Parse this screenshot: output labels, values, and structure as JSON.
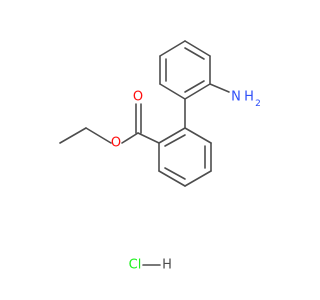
{
  "molecule": {
    "atoms": {
      "ester_oxygen": "O",
      "carbonyl_oxygen": "O",
      "amine_nitrogen": "N",
      "amine_h2": "H",
      "amine_h_sub": "2",
      "chlorine": "Cl",
      "hydrogen": "H"
    }
  },
  "colors": {
    "bond": "#4d4d4d",
    "oxygen": "#ff0d0d",
    "nitrogen": "#3050f8",
    "chlorine": "#1ff01f",
    "hydrogen": "#4d4d4d"
  }
}
